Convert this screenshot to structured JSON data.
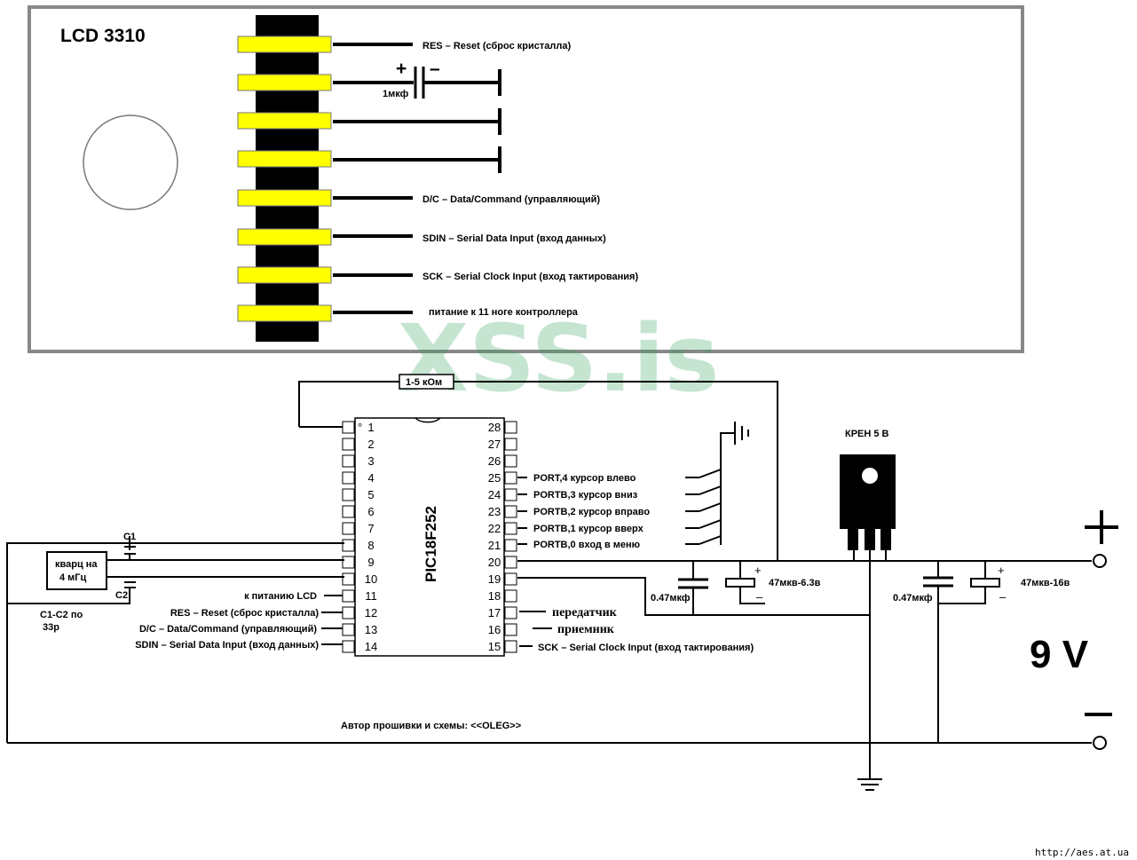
{
  "lcd": {
    "title": "LCD 3310",
    "pins": [
      "RES – Reset (сброс кристалла)",
      "",
      "",
      "",
      "D/C – Data/Command (управляющий)",
      "SDIN – Serial Data Input (вход данных)",
      "SCK – Serial Clock Input (вход тактирования)",
      "питание к 11 ноге контроллера"
    ],
    "cap_label": "1мкф",
    "cap_plus": "+",
    "cap_minus": "–"
  },
  "watermark": "XSS.is",
  "resistor": "1-5 кОм",
  "mcu": {
    "name": "PIC18F252",
    "left_pins": [
      "1",
      "2",
      "3",
      "4",
      "5",
      "6",
      "7",
      "8",
      "9",
      "10",
      "11",
      "12",
      "13",
      "14"
    ],
    "right_pins": [
      "28",
      "27",
      "26",
      "25",
      "24",
      "23",
      "22",
      "21",
      "20",
      "19",
      "18",
      "17",
      "16",
      "15"
    ],
    "pin1_dot": "°"
  },
  "right_labels": [
    "PORT,4 курсор влево",
    "PORTB,3 курсор вниз",
    "PORTB,2 курсор вправо",
    "PORTB,1 курсор вверх",
    "PORTB,0 вход в меню"
  ],
  "left_labels": [
    "к питанию LCD",
    "RES – Reset (сброс кристалла)",
    "D/C – Data/Command (управляющий)",
    "SDIN – Serial Data Input (вход данных)"
  ],
  "tx_label": "передатчик",
  "rx_label": "приемник",
  "sck_label": "SCK – Serial Clock Input (вход тактирования)",
  "crystal": {
    "line1": "кварц на",
    "line2": "4 мГц"
  },
  "c1": "C1",
  "c2": "C2",
  "c_note": {
    "line1": "C1-C2 по",
    "line2": "33р"
  },
  "regulator": "КРЕН 5 В",
  "cap_047_a": "0.47мкф",
  "cap_47_a": "47мкв-6.3в",
  "cap_047_b": "0.47мкф",
  "cap_47_b": "47мкв-16в",
  "plus_sign": "+",
  "minus_sign": "–",
  "voltage": "9 V",
  "author": "Автор прошивки и схемы: <<OLEG>>",
  "url": "http://aes.at.ua"
}
